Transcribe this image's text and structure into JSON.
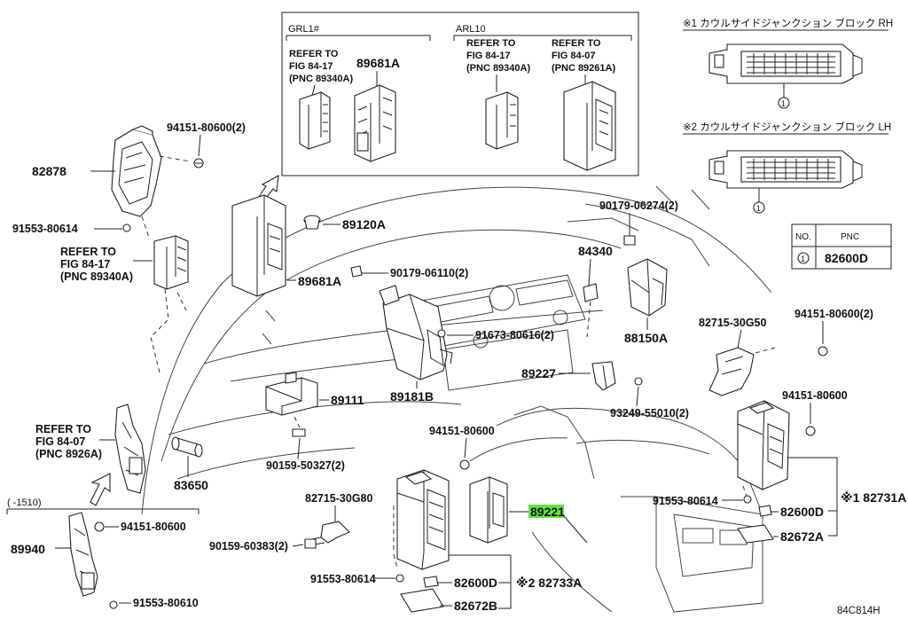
{
  "callouts": {
    "p82878": "82878",
    "p94151_80600_2a": "94151-80600(2)",
    "p91553_80614a": "91553-80614",
    "ref1": [
      "REFER TO",
      "FIG 84-17",
      "(PNC 89340A)"
    ],
    "p89120A": "89120A",
    "p89681A": "89681A",
    "p90179_06110": "90179-06110(2)",
    "p91673_80616": "91673-80616(2)",
    "p89181B": "89181B",
    "p89111": "89111",
    "p90159_50327": "90159-50327(2)",
    "p83650": "83650",
    "ref2": [
      "REFER TO",
      "FIG 84-07",
      "(PNC 8926A)"
    ],
    "range_label": "(   -1510)",
    "p94151_80600a": "94151-80600",
    "p89940": "89940",
    "p91553_80610": "91553-80610",
    "p82715_30G80": "82715-30G80",
    "p90159_60383": "90159-60383(2)",
    "p91553_80614b": "91553-80614",
    "p82600D_a": "82600D",
    "p82672B": "82672B",
    "p82733A": "※2 82733A",
    "p89221": "89221",
    "p94151_80600b": "94151-80600",
    "p89227": "89227",
    "p93249": "93249-55010(2)",
    "p84340": "84340",
    "p88150A": "88150A",
    "p90179_06274": "90179-06274(2)",
    "p82715_30G50": "82715-30G50",
    "p94151_80600_2b": "94151-80600(2)",
    "p94151_80600c": "94151-80600",
    "p91553_80614c": "91553-80614",
    "p82600D_b": "82600D",
    "p82672A": "82672A",
    "p82731A": "※1 82731A",
    "figure_code": "84C814H"
  },
  "inset": {
    "grl_label": "GRL1#",
    "arl_label": "ARL10",
    "refA": [
      "REFER TO",
      "FIG 84-17",
      "(PNC 89340A)"
    ],
    "p89681A": "89681A",
    "refB": [
      "REFER TO",
      "FIG 84-17",
      "(PNC 89340A)"
    ],
    "refC": [
      "REFER TO",
      "FIG 84-07",
      "(PNC 89261A)"
    ]
  },
  "junction": {
    "rh_title": "※1 カウルサイドジャンクション ブロック RH",
    "lh_title": "※2 カウルサイドジャンクション ブロック LH",
    "marker": "1"
  },
  "pnc_table": {
    "col_no": "NO.",
    "col_pnc": "PNC",
    "row_no": "1",
    "row_pnc": "82600D"
  },
  "colors": {
    "highlight": "#5ee83c",
    "line": "#222222"
  }
}
